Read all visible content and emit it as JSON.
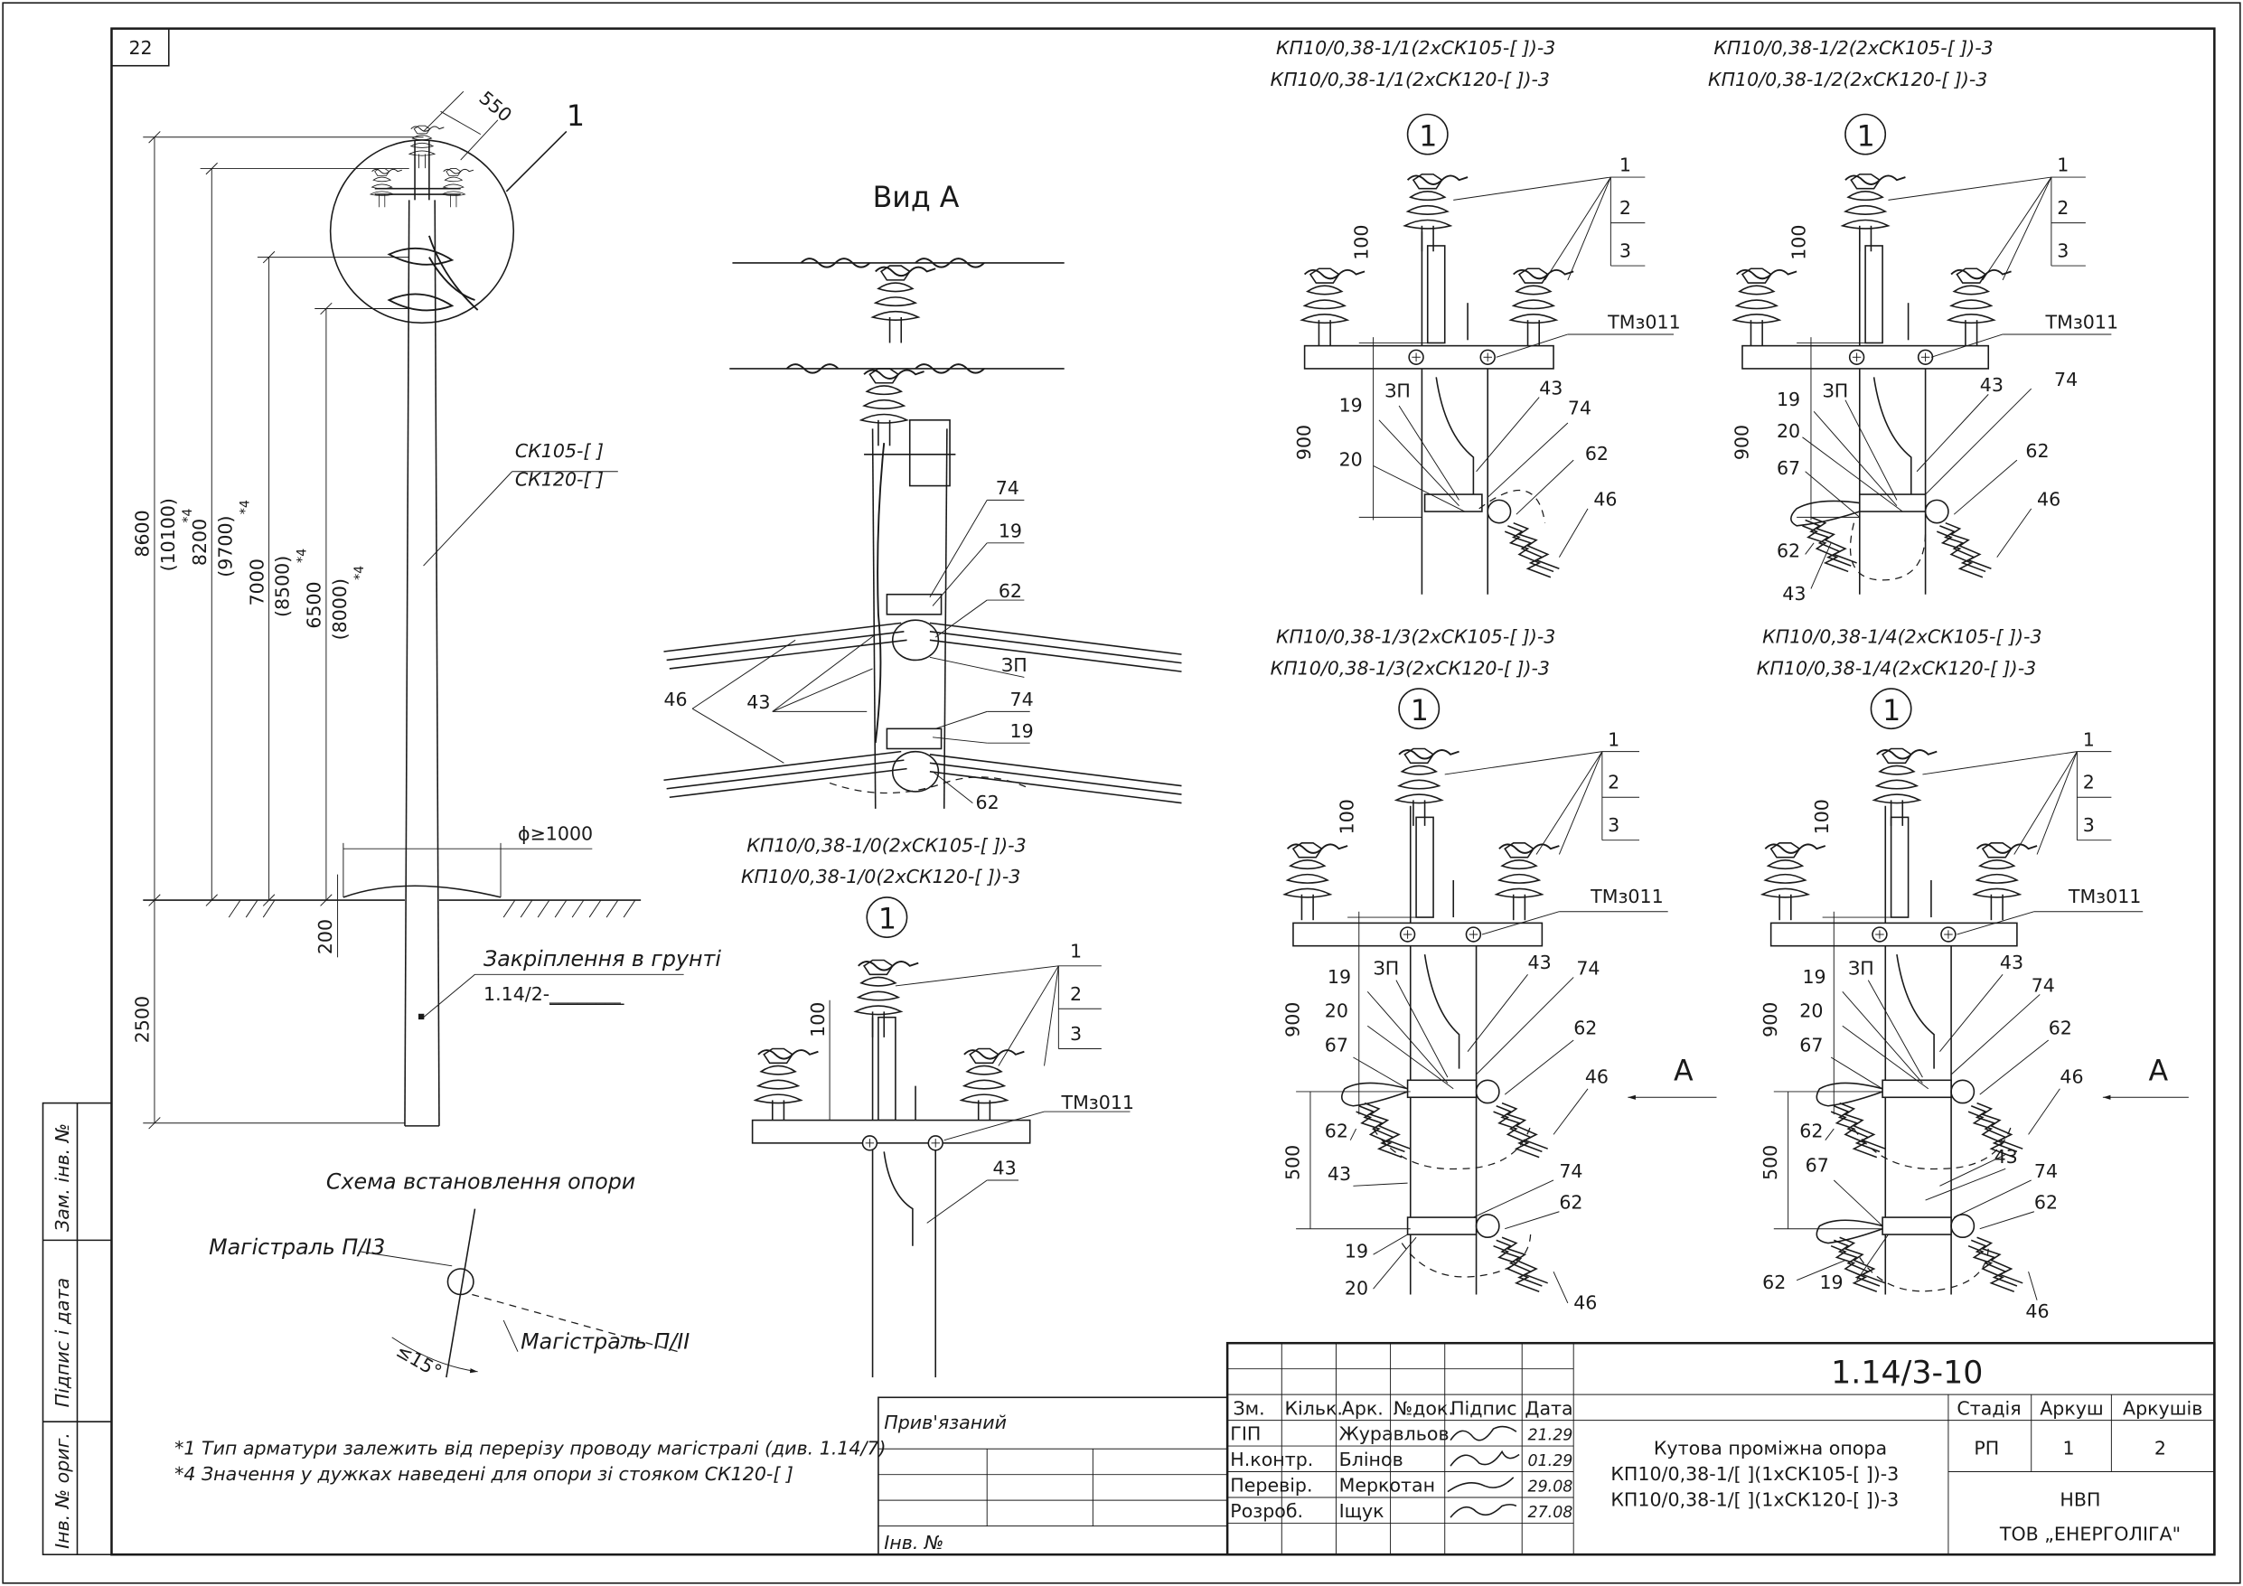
{
  "sheet_number": "22",
  "pole": {
    "callout": "1",
    "top_width": "550",
    "type_lines": [
      "СК105-[  ]",
      "СК120-[  ]"
    ],
    "dims": [
      "8600",
      "(10100)",
      "8200",
      "(9700)",
      "7000",
      "(8500)",
      "6500",
      "(8000)"
    ],
    "dim_marks": [
      "*4",
      "*4",
      "*4",
      "*4"
    ],
    "ground_diameter": "ϕ≥1000",
    "dim_200": "200",
    "dim_2500": "2500",
    "foundation_label": "Закріплення в грунті",
    "foundation_ref": "1.14/2-________"
  },
  "scheme": {
    "title": "Схема встановлення опори",
    "main_label": "Магістраль П/І3",
    "branch_label": "Магістраль П/ІІ",
    "angle_label": "≤15°"
  },
  "notes": [
    "*1 Тип арматури залежить від перерізу проводу магістралі (див. 1.14/7)",
    "*4 Значення у дужках наведені для опори зі стояком СК120-[  ]"
  ],
  "view_a": {
    "title": "Вид А",
    "labels": [
      "74",
      "19",
      "62",
      "ЗП",
      "74",
      "19",
      "62",
      "46",
      "43"
    ]
  },
  "details": {
    "callout": "1",
    "d0": {
      "line1": "КП10/0,38-1/0(2хСК105-[  ])-3",
      "line2": "КП10/0,38-1/0(2хСК120-[  ])-3"
    },
    "d1": {
      "line1": "КП10/0,38-1/1(2хСК105-[  ])-3",
      "line2": "КП10/0,38-1/1(2хСК120-[  ])-3"
    },
    "d2": {
      "line1": "КП10/0,38-1/2(2хСК105-[  ])-3",
      "line2": "КП10/0,38-1/2(2хСК120-[  ])-3"
    },
    "d3": {
      "line1": "КП10/0,38-1/3(2хСК105-[  ])-3",
      "line2": "КП10/0,38-1/3(2хСК120-[  ])-3"
    },
    "d4": {
      "line1": "КП10/0,38-1/4(2хСК105-[  ])-3",
      "line2": "КП10/0,38-1/4(2хСК120-[  ])-3"
    },
    "pos": [
      "1",
      "2",
      "3"
    ],
    "tm": "ТМз011",
    "zp": "ЗП",
    "n19": "19",
    "n20": "20",
    "n43": "43",
    "n46": "46",
    "n62": "62",
    "n67": "67",
    "n74": "74",
    "d100": "100",
    "d900": "900",
    "d500": "500",
    "arrow": "А"
  },
  "side_stamp": [
    "Інв. № ориг.",
    "Підпис і дата",
    "Зам. інв. №"
  ],
  "title_block": {
    "privyazanyi": "Прив'язаний",
    "inv": "Інв. №",
    "code": "1.14/3-10",
    "headers": [
      "Зм.",
      "Кільк.",
      "Арк.",
      "№док.",
      "Підпис",
      "Дата"
    ],
    "roles": [
      "ГІП",
      "Н.контр.",
      "Перевір.",
      "Розроб."
    ],
    "names": [
      "Журавльов",
      "Блінов",
      "Меркотан",
      "Іщук"
    ],
    "dates": [
      "21.29",
      "01.29",
      "29.08",
      "27.08"
    ],
    "object": [
      "Кутова проміжна опора",
      "КП10/0,38-1/[  ](1хСК105-[  ])-3",
      "КП10/0,38-1/[  ](1хСК120-[  ])-3"
    ],
    "stage_headers": [
      "Стадія",
      "Аркуш",
      "Аркушів"
    ],
    "stage": "РП",
    "sheet": "1",
    "sheets": "2",
    "org1": "НВП",
    "org2": "ТОВ „ЕНЕРГОЛІГА\""
  }
}
